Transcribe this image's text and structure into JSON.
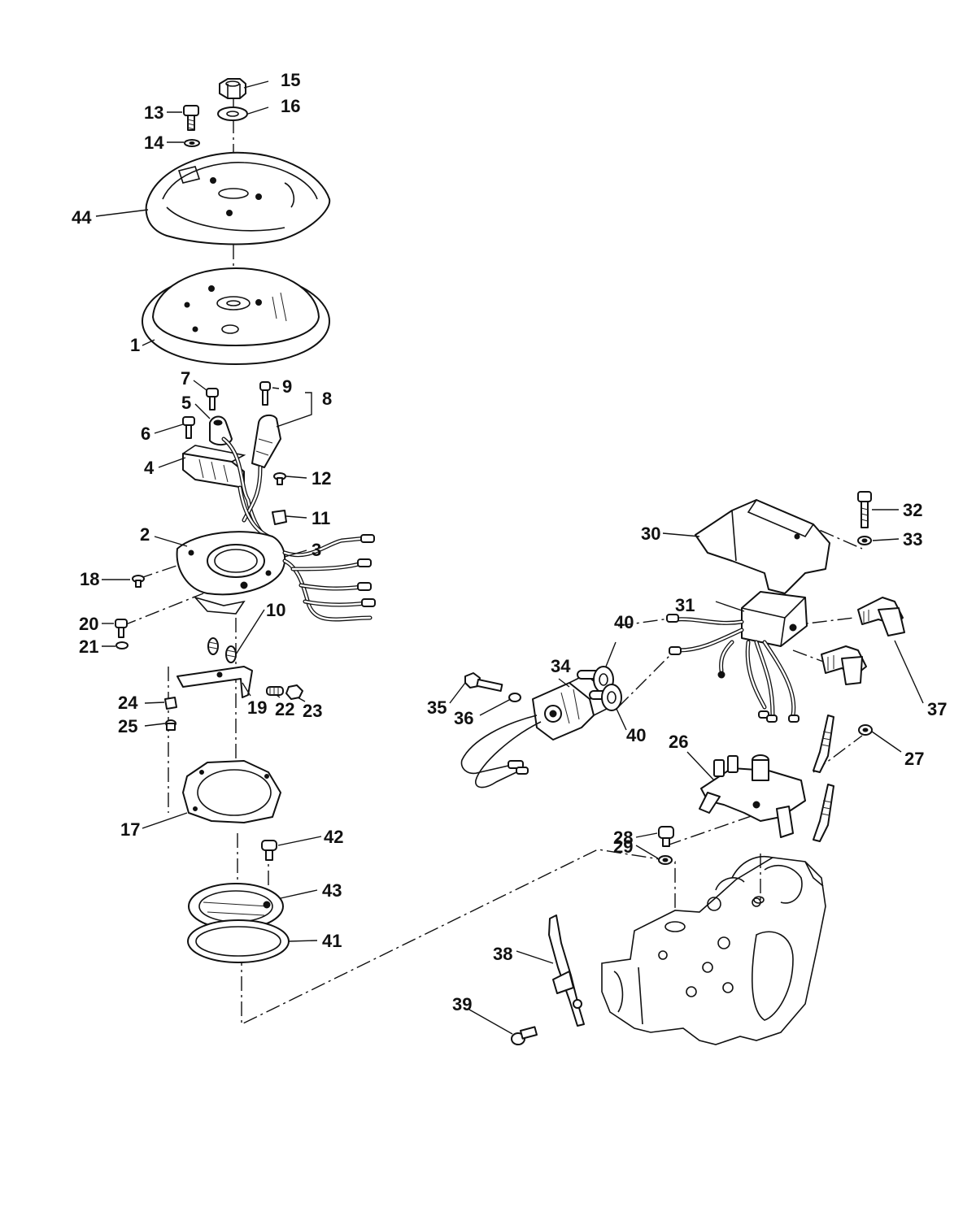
{
  "diagram": {
    "labels": {
      "p1": "1",
      "p2": "2",
      "p3": "3",
      "p4": "4",
      "p5": "5",
      "p6": "6",
      "p7": "7",
      "p8": "8",
      "p9": "9",
      "p10": "10",
      "p11": "11",
      "p12": "12",
      "p13": "13",
      "p14": "14",
      "p15": "15",
      "p16": "16",
      "p17": "17",
      "p18": "18",
      "p19": "19",
      "p20": "20",
      "p21": "21",
      "p22": "22",
      "p23": "23",
      "p24": "24",
      "p25": "25",
      "p26": "26",
      "p27": "27",
      "p28": "28",
      "p29": "29",
      "p30": "30",
      "p31": "31",
      "p32": "32",
      "p33": "33",
      "p34": "34",
      "p35": "35",
      "p36": "36",
      "p37": "37",
      "p38": "38",
      "p39": "39",
      "p40a": "40",
      "p40b": "40",
      "p41": "41",
      "p42": "42",
      "p43": "43",
      "p44": "44"
    }
  }
}
